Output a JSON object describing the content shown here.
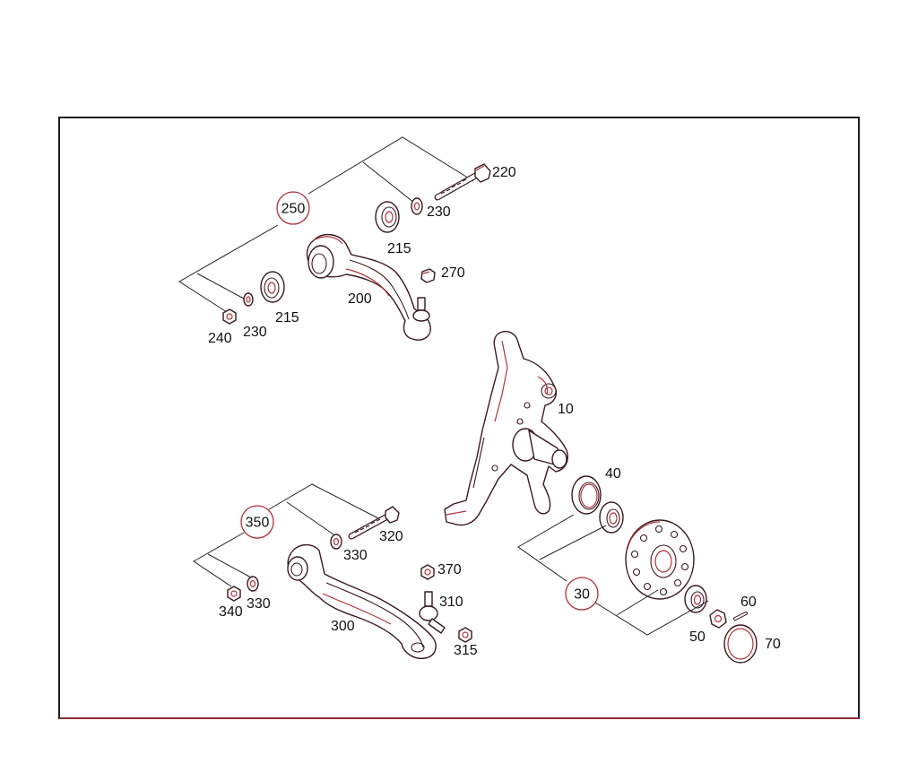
{
  "diagram": {
    "labels": {
      "p10": "10",
      "p30": "30",
      "p40": "40",
      "p50": "50",
      "p60": "60",
      "p70": "70",
      "p200": "200",
      "p215a": "215",
      "p215b": "215",
      "p220": "220",
      "p230a": "230",
      "p230b": "230",
      "p240": "240",
      "p250": "250",
      "p270": "270",
      "p300": "300",
      "p310": "310",
      "p315": "315",
      "p320": "320",
      "p330a": "330",
      "p330b": "330",
      "p340": "340",
      "p350": "350",
      "p370": "370"
    },
    "colors": {
      "outline": "#3a1a1f",
      "accent": "#b0303a",
      "frame": "#1a1a1a"
    }
  }
}
